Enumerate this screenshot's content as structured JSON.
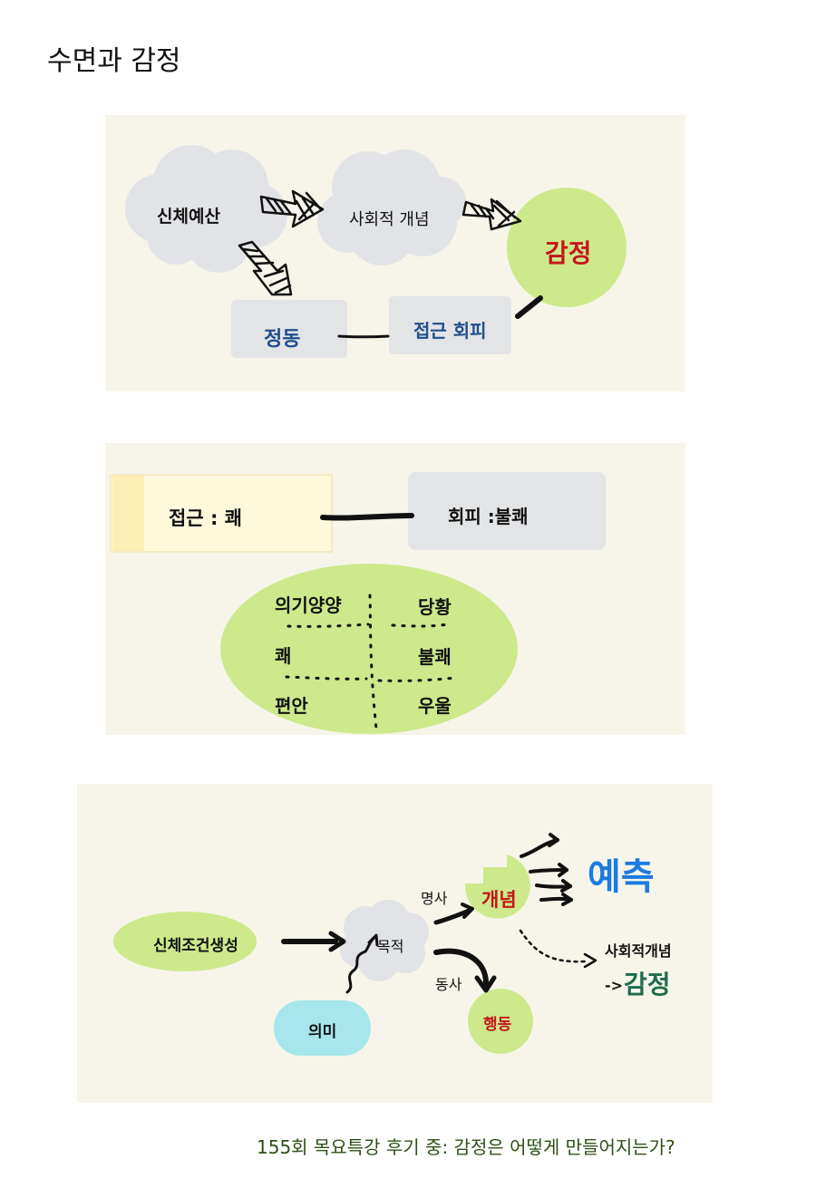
{
  "page_title": "수면과 감정",
  "diagram1": {
    "body_budget": "신체예산",
    "social_concept": "사회적 개념",
    "emotion": "감정",
    "affect": "정동",
    "approach_avoid": "접근 회피"
  },
  "diagram2": {
    "approach": "접근 :  쾌",
    "avoid": "회피  :불쾌",
    "grid": [
      "의기양양",
      "당황",
      "쾌",
      "불쾌",
      "편안",
      "우울"
    ]
  },
  "diagram3": {
    "body_condition": "신체조건생성",
    "purpose": "목적",
    "meaning": "의미",
    "noun": "명사",
    "verb": "동사",
    "concept": "개념",
    "action": "행동",
    "prediction": "예측",
    "social_concept": "사회적개념",
    "arrow_text": "->",
    "emotion": "감정"
  },
  "footer": "155회 목요특강 후기  중: 감정은 어떻게 만들어지는가?",
  "colors": {
    "panel_bg": "#f7f5ea",
    "cloud": "#e1e3e6",
    "box": "#e2e4e6",
    "green": "#cde98c",
    "cyan": "#a6e6ec",
    "yellow": "#fff9dc",
    "red_text": "#c4161c",
    "navy_text": "#1f4e8c",
    "blue_text": "#1a7be0",
    "teal_text": "#1f6b4e",
    "footer_text": "#2d5016"
  }
}
